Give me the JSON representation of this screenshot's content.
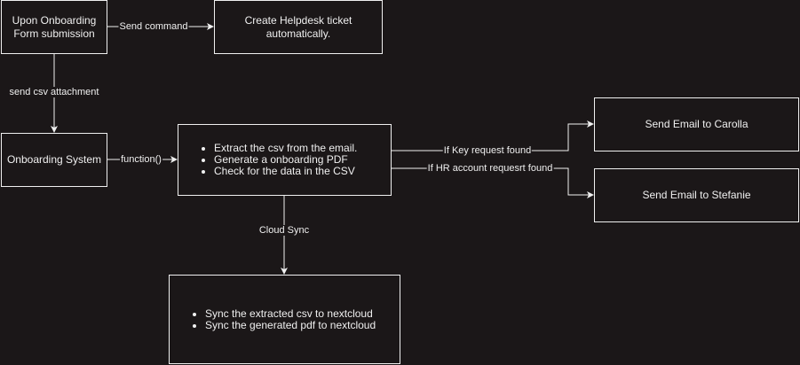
{
  "nodes": {
    "form": "Upon Onboarding Form submission",
    "ticket": "Create Helpdesk ticket automatically.",
    "system": "Onboarding System",
    "process": [
      "Extract the csv from the email.",
      "Generate a onboarding PDF",
      "Check for the data in the CSV"
    ],
    "carolla": "Send Email to Carolla",
    "stefanie": "Send Email to Stefanie",
    "sync": [
      "Sync the extracted csv to nextcloud",
      "Sync the generated pdf to nextcloud"
    ]
  },
  "edges": {
    "send_command": "Send command",
    "send_csv": "send csv attachment",
    "function": "function()",
    "key_request": "If Key request found",
    "hr_request": "If HR account requesrt found",
    "cloud_sync": "Cloud Sync"
  }
}
